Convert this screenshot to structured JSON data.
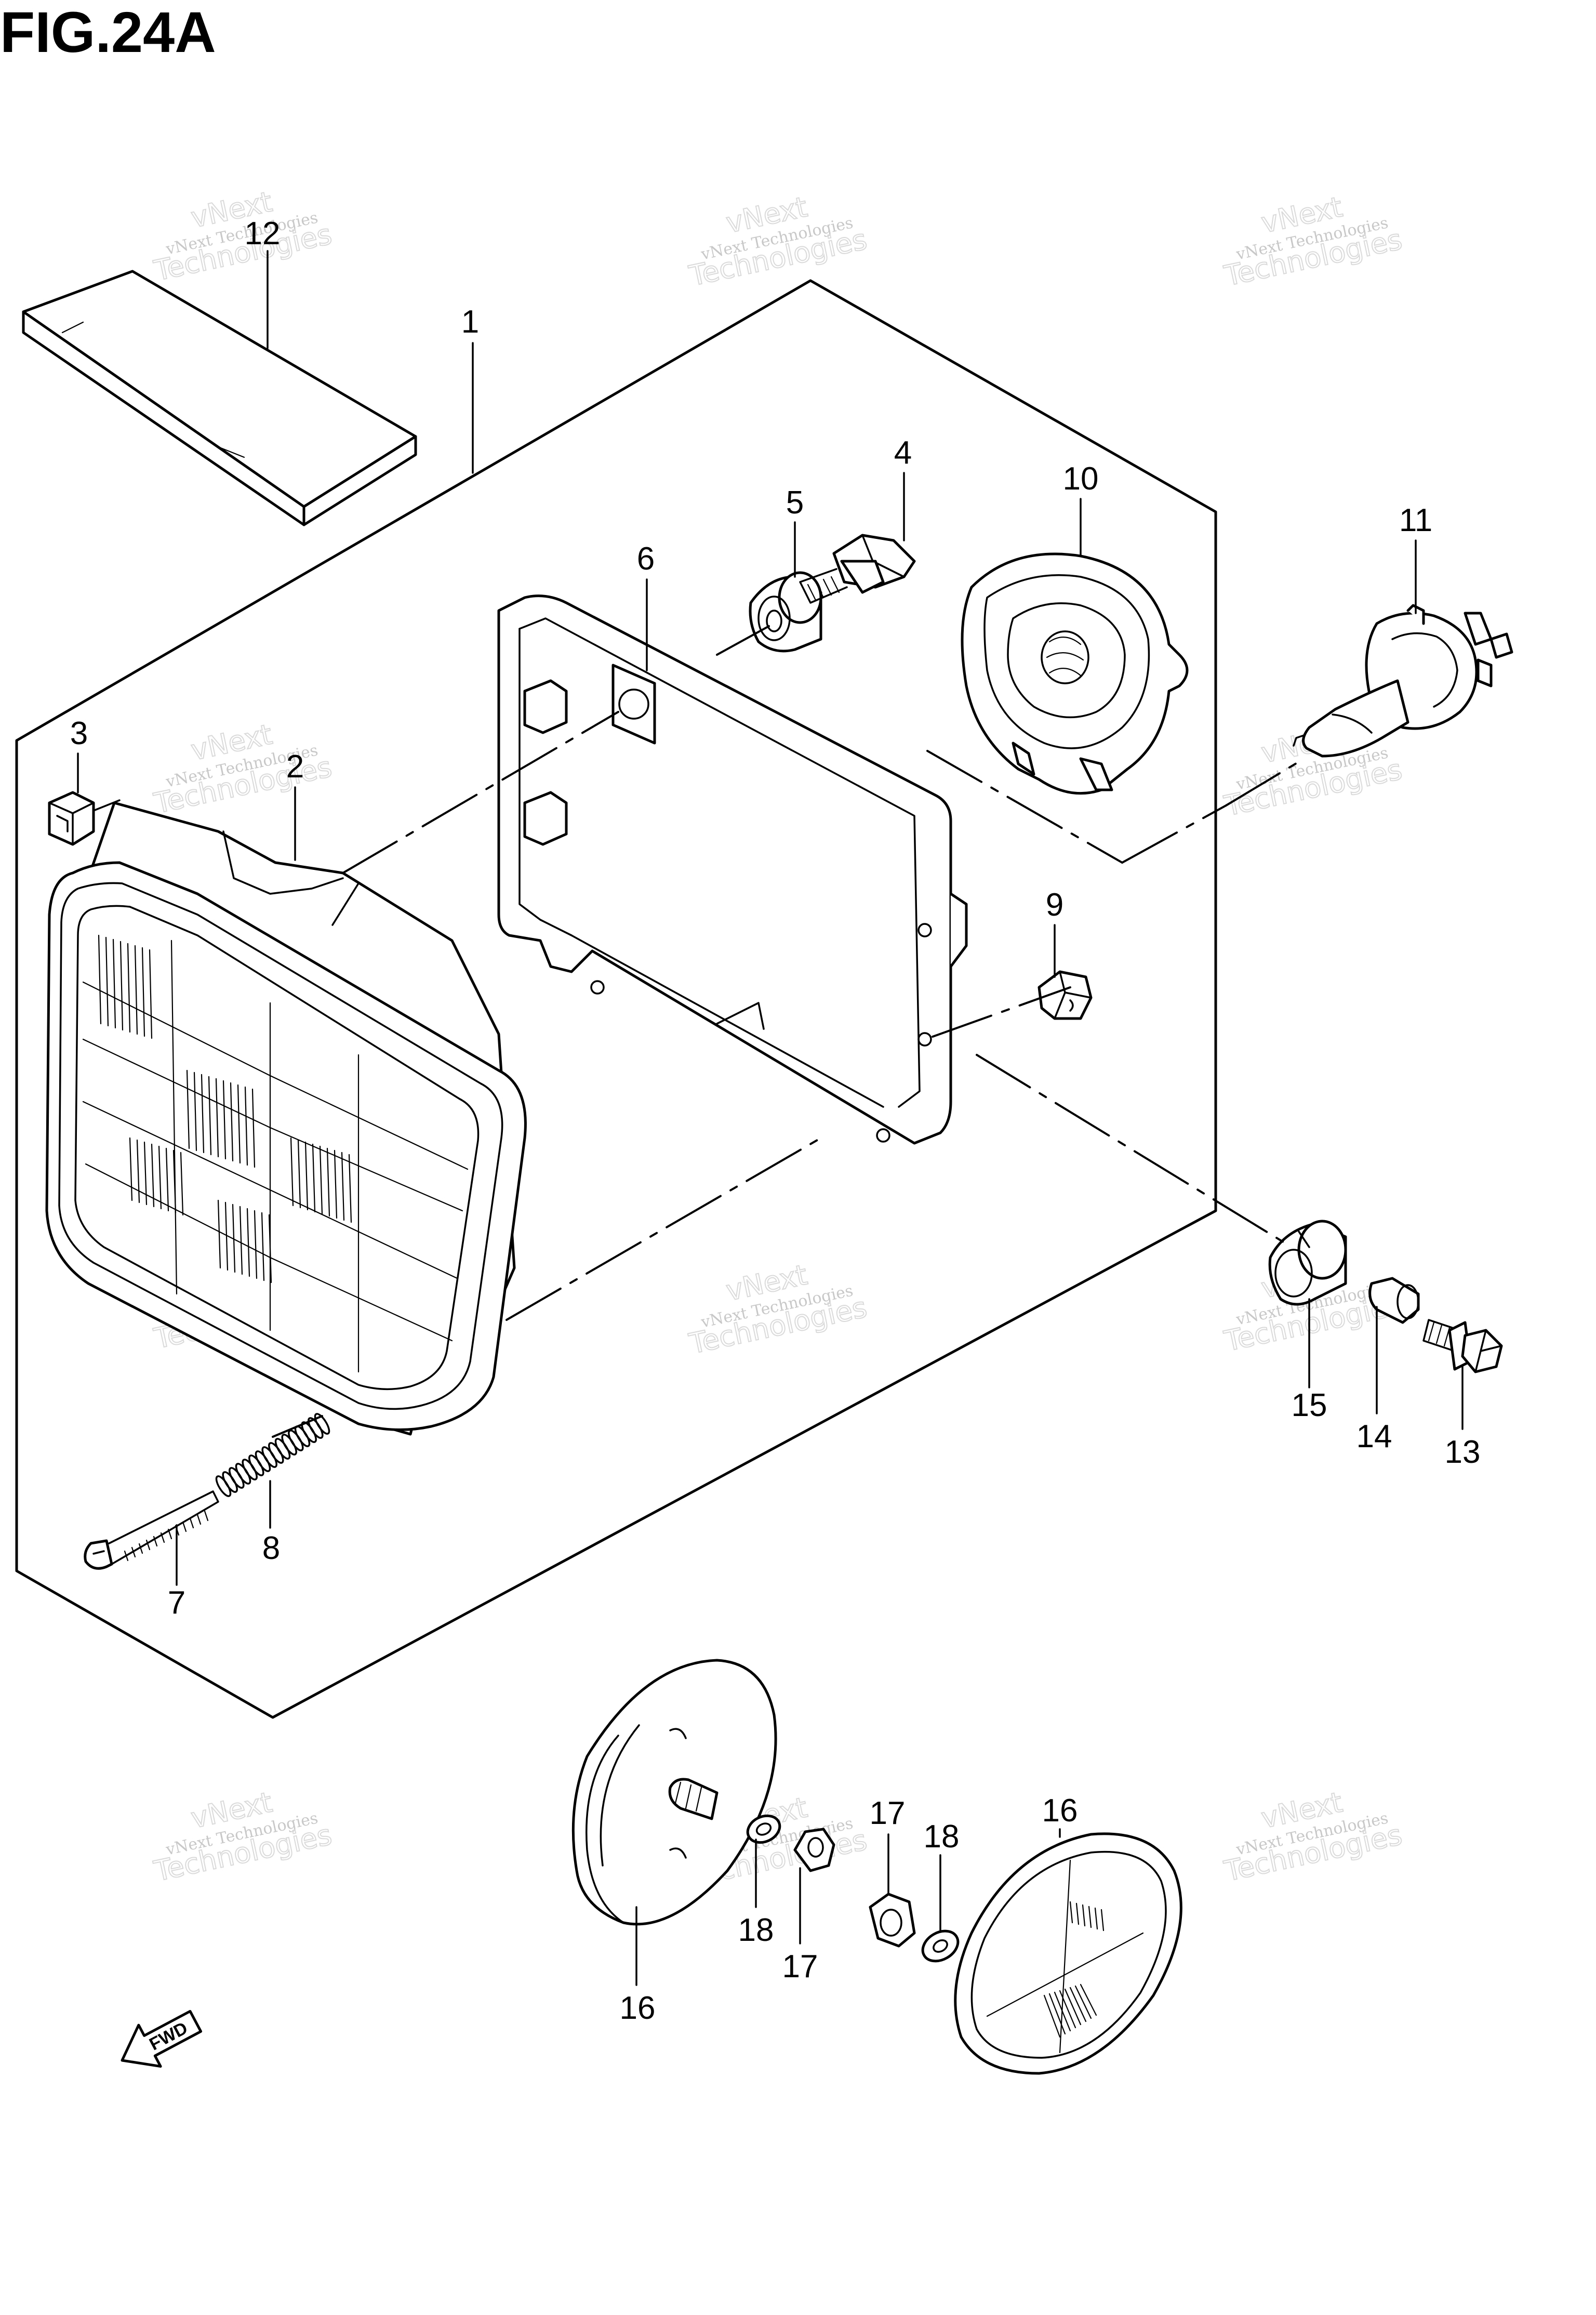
{
  "figure": {
    "title": "FIG.24A"
  },
  "callouts": [
    {
      "id": "c1",
      "number": "1"
    },
    {
      "id": "c2",
      "number": "2"
    },
    {
      "id": "c3",
      "number": "3"
    },
    {
      "id": "c4",
      "number": "4"
    },
    {
      "id": "c5",
      "number": "5"
    },
    {
      "id": "c6",
      "number": "6"
    },
    {
      "id": "c7",
      "number": "7"
    },
    {
      "id": "c8",
      "number": "8"
    },
    {
      "id": "c9",
      "number": "9"
    },
    {
      "id": "c10",
      "number": "10"
    },
    {
      "id": "c11",
      "number": "11"
    },
    {
      "id": "c12",
      "number": "12"
    },
    {
      "id": "c13",
      "number": "13"
    },
    {
      "id": "c14",
      "number": "14"
    },
    {
      "id": "c15",
      "number": "15"
    },
    {
      "id": "c16a",
      "number": "16"
    },
    {
      "id": "c16b",
      "number": "16"
    },
    {
      "id": "c17a",
      "number": "17"
    },
    {
      "id": "c17b",
      "number": "17"
    },
    {
      "id": "c18a",
      "number": "18"
    },
    {
      "id": "c18b",
      "number": "18"
    }
  ],
  "direction_marker": {
    "label": "FWD",
    "icon": "forward-arrow-icon"
  },
  "watermark": {
    "line1": "vNext",
    "line2": "vNext Technologies",
    "line3": "Technologies"
  }
}
